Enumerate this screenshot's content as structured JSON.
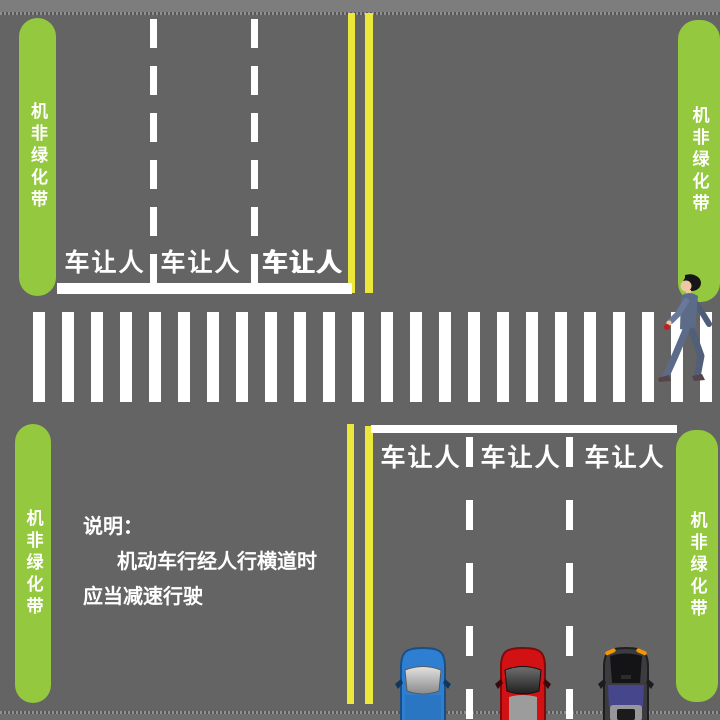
{
  "green_belt": {
    "label": "机非绿化带"
  },
  "lanes_top": [
    "车让人",
    "车让人",
    "车让人"
  ],
  "lanes_bottom": [
    "车让人",
    "车让人",
    "车让人"
  ],
  "note": {
    "heading": "说明：",
    "line1": "机动车行经人行横道时",
    "line2": "应当减速行驶"
  },
  "colors": {
    "road": "#646464",
    "shoulder": "#7d7d7d",
    "green_belt": "#94c83e",
    "yellow_line": "#ece73b",
    "marking_white": "#ffffff",
    "car_blue": "#2e7fd2",
    "car_red": "#d21114",
    "car_dark": "#3b3b40"
  },
  "icons": {
    "pedestrian": "pedestrian-walking-icon",
    "car_blue": "blue-car-top-icon",
    "car_red": "red-car-top-icon",
    "car_dark": "dark-car-top-icon"
  }
}
